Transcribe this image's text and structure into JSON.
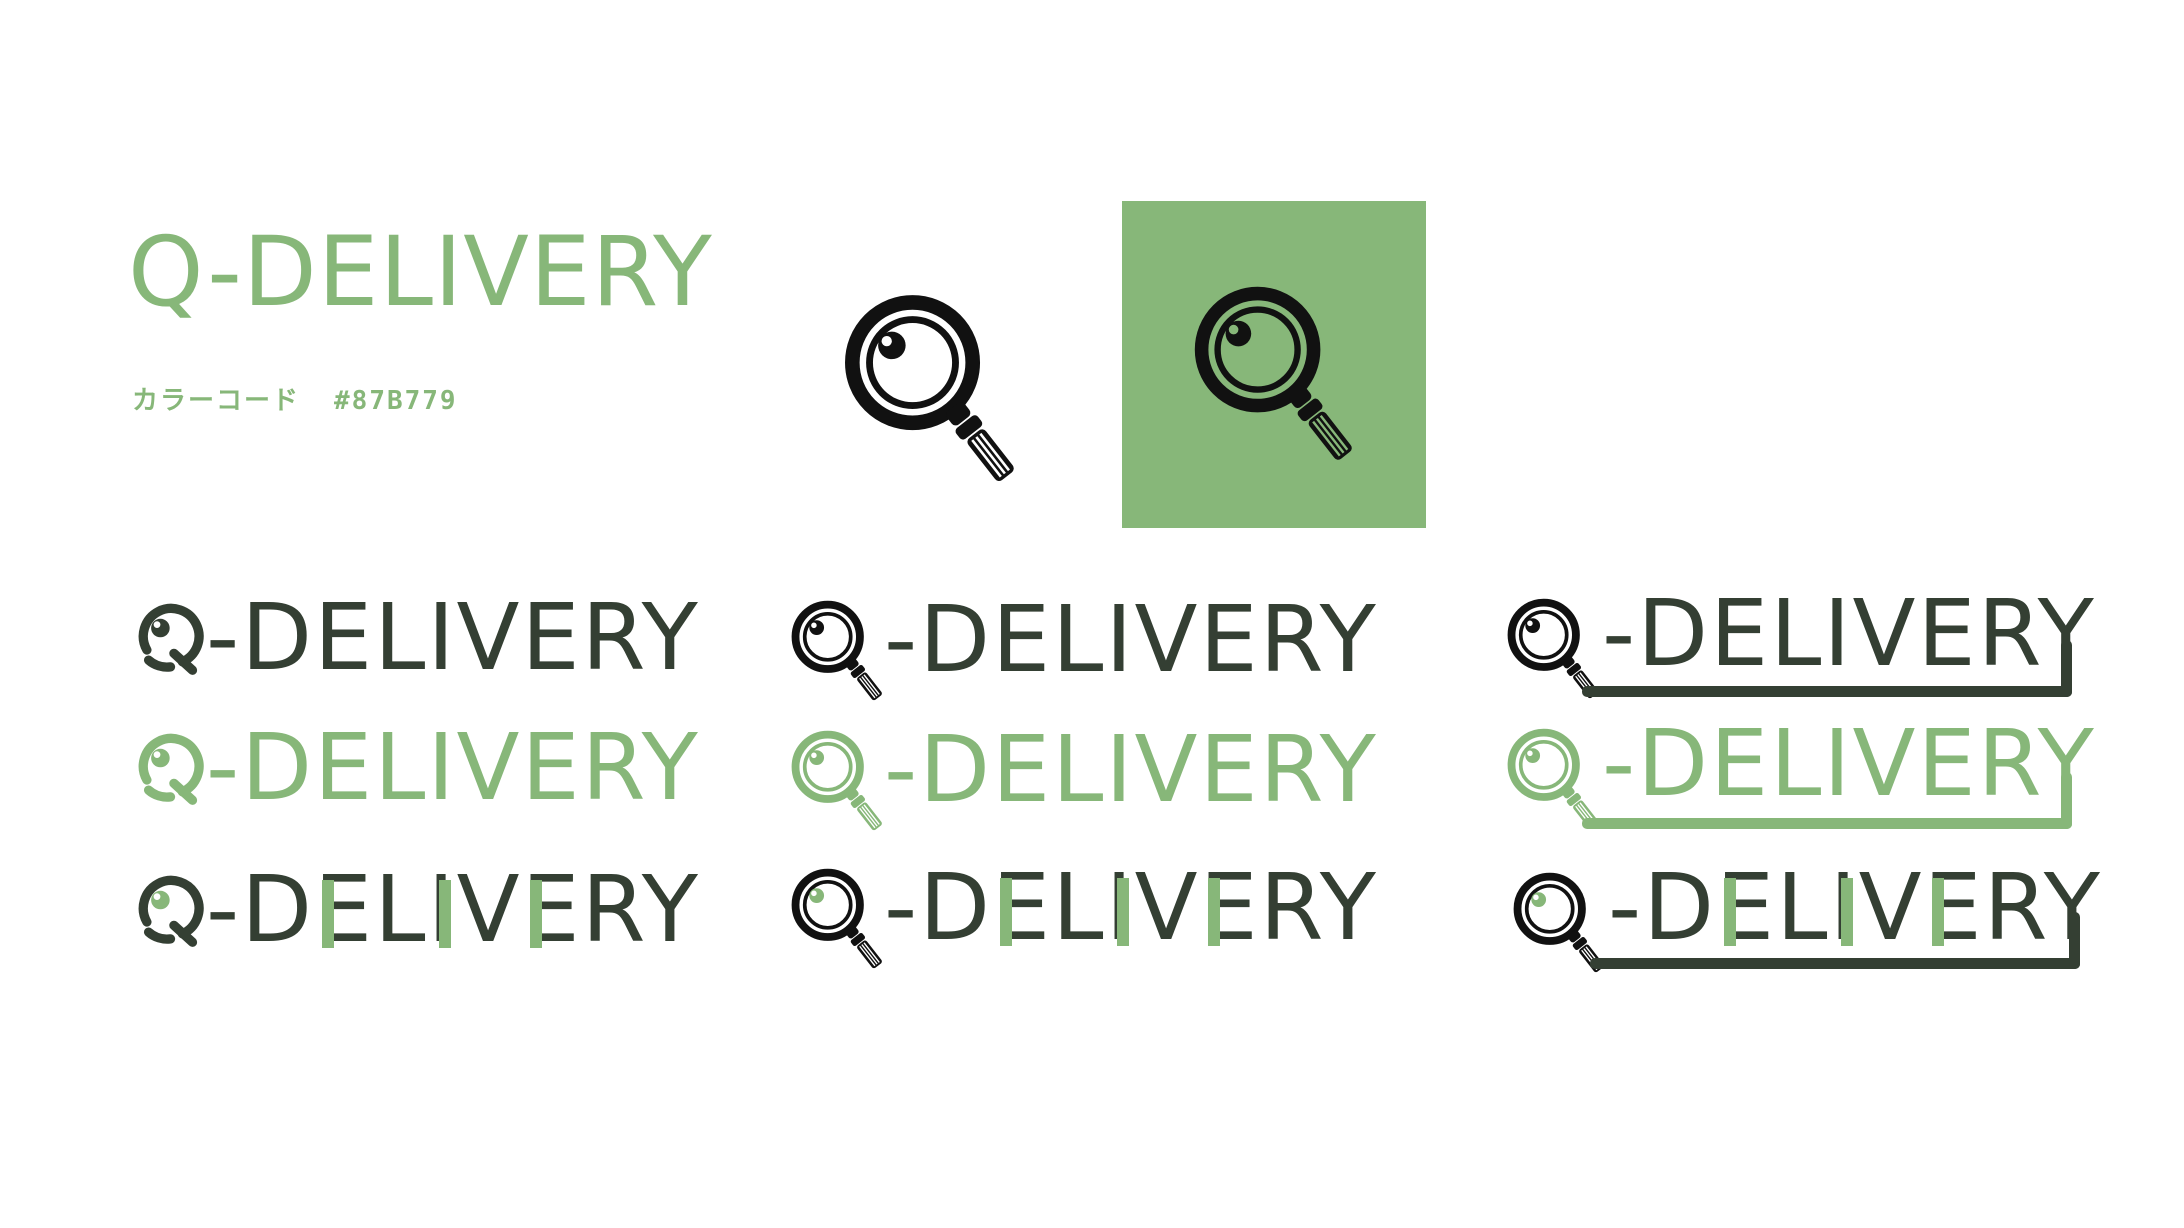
{
  "brand": {
    "name": "Q-DELIVERY",
    "prefix": "Q",
    "suffix": "-DELIVERY",
    "letters": [
      "-",
      "D",
      "E",
      "L",
      "I",
      "V",
      "E",
      "R",
      "Y"
    ]
  },
  "color_code": {
    "label": "カラーコード",
    "value": "#87B779"
  },
  "colors": {
    "primary_green": "#87B779",
    "dark": "#343F33",
    "black": "#111111",
    "background": "#FFFFFF"
  },
  "icons": {
    "standalone": "magnifier-eye-icon",
    "on_green_square": "magnifier-eye-icon"
  },
  "logo_variants": [
    {
      "row": 1,
      "col": 1,
      "style": "eye-Q",
      "color": "dark",
      "underline": false,
      "accent_stems": false
    },
    {
      "row": 1,
      "col": 2,
      "style": "magnifier-Q",
      "color": "dark",
      "underline": false,
      "accent_stems": false
    },
    {
      "row": 1,
      "col": 3,
      "style": "magnifier-Q",
      "color": "dark",
      "underline": true,
      "accent_stems": false
    },
    {
      "row": 2,
      "col": 1,
      "style": "eye-Q",
      "color": "green",
      "underline": false,
      "accent_stems": false
    },
    {
      "row": 2,
      "col": 2,
      "style": "magnifier-Q",
      "color": "green",
      "underline": false,
      "accent_stems": false
    },
    {
      "row": 2,
      "col": 3,
      "style": "magnifier-Q",
      "color": "green",
      "underline": true,
      "accent_stems": false
    },
    {
      "row": 3,
      "col": 1,
      "style": "eye-Q",
      "color": "dark",
      "underline": false,
      "accent_stems": true
    },
    {
      "row": 3,
      "col": 2,
      "style": "magnifier-Q",
      "color": "dark",
      "underline": false,
      "accent_stems": true
    },
    {
      "row": 3,
      "col": 3,
      "style": "magnifier-Q",
      "color": "dark",
      "underline": true,
      "accent_stems": true
    }
  ]
}
